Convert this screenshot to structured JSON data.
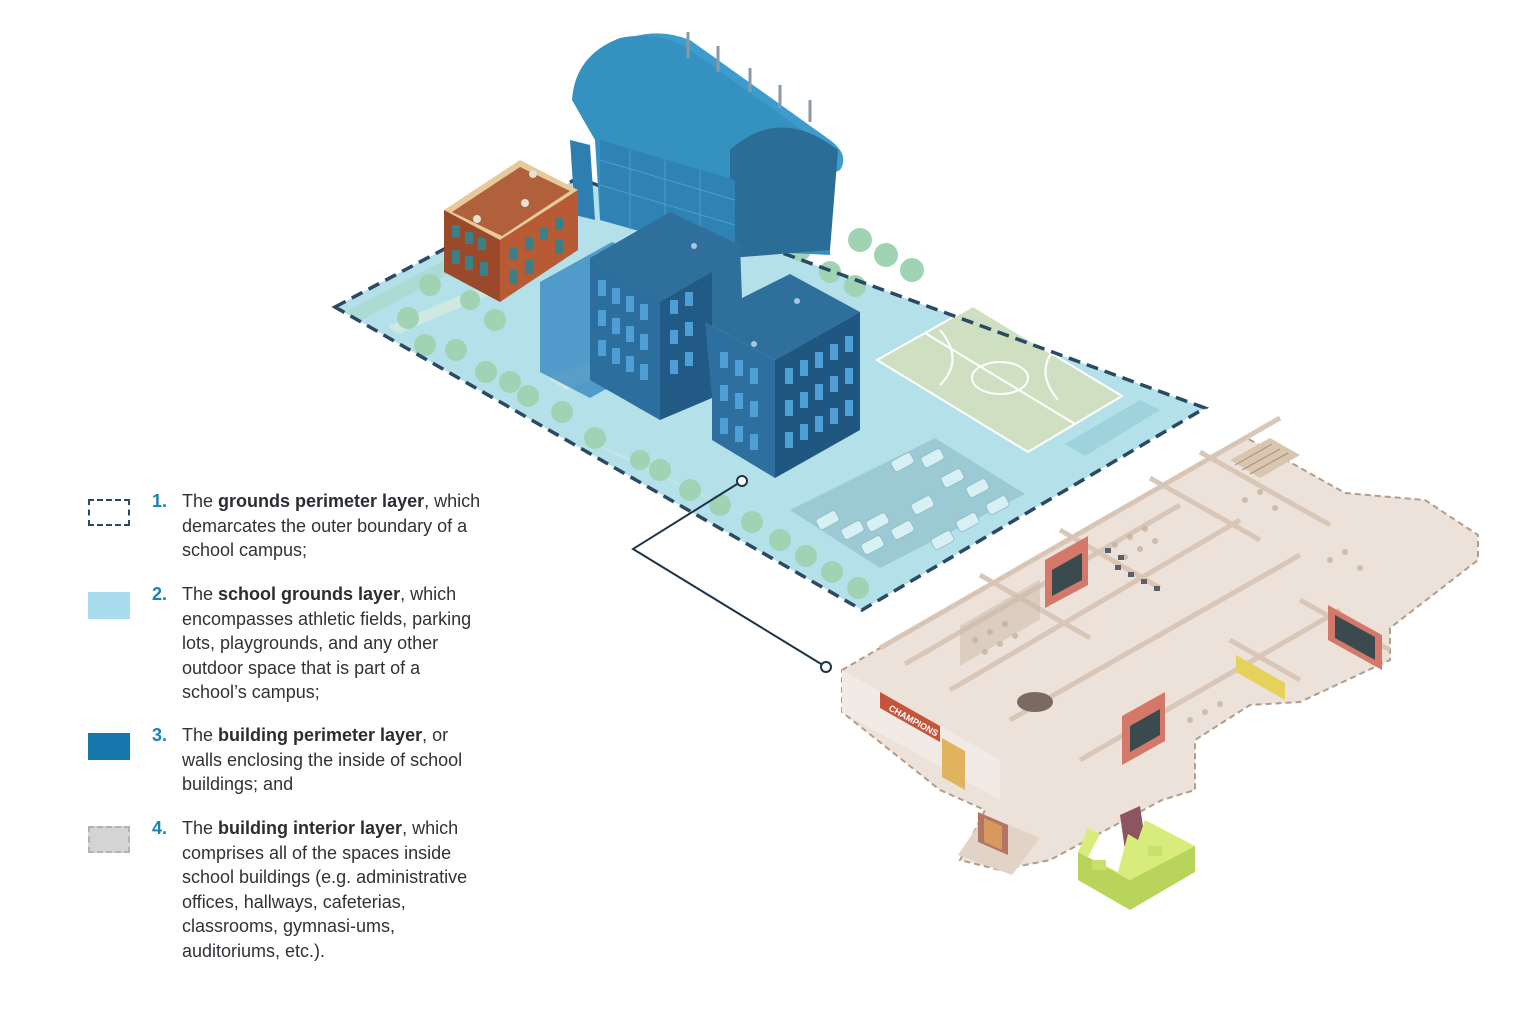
{
  "legend": [
    {
      "number": "1.",
      "pre": "The ",
      "bold": "grounds perimeter layer",
      "post": ", which demarcates the outer boundary of a school campus;",
      "swatch": "dashed-outline",
      "color": "#2a4a63"
    },
    {
      "number": "2.",
      "pre": "The ",
      "bold": "school grounds layer",
      "post": ", which encompasses athletic fields, parking lots, playgrounds, and any other outdoor space that is part of a school’s campus;",
      "swatch": "solid",
      "color": "#a8dcec"
    },
    {
      "number": "3.",
      "pre": "The ",
      "bold": "building perimeter layer",
      "post": ", or walls enclosing the inside of school buildings; and",
      "swatch": "solid",
      "color": "#1677ad"
    },
    {
      "number": "4.",
      "pre": "The ",
      "bold": "building interior layer",
      "post": ", which comprises all of the spaces inside school buildings (e.g. administrative offices, hallways, cafeterias, classrooms, gymnasi-ums, auditoriums, etc.).",
      "swatch": "dashed-gray",
      "color": "#d4d4d4"
    }
  ],
  "illustration": {
    "banner_text": "CHAMPIONS",
    "colors": {
      "grounds": "#b4e0ea",
      "perimeter_line": "#2a4a63",
      "main_building": "#2a6d99",
      "gym": "#3591c0",
      "brick_building": "#9a4a2b",
      "interior_floor": "#ece2d9",
      "interior_walls": "#dccbbd",
      "court": "#cfe0c2"
    }
  }
}
